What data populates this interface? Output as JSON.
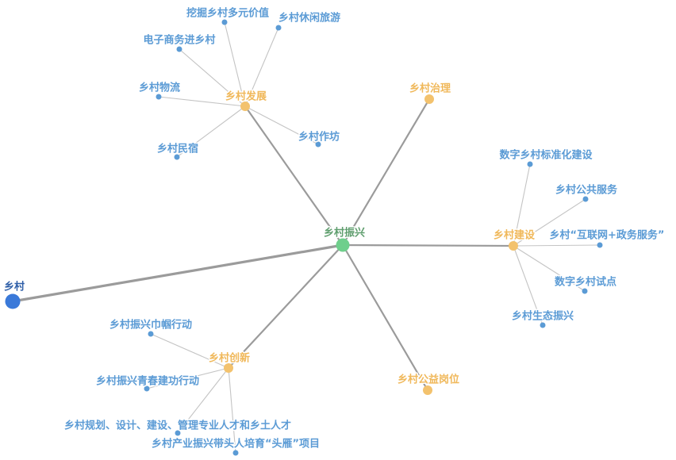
{
  "colors": {
    "root": "#5f9e6e",
    "root_node": "#6fcf8c",
    "category": "#f0b85a",
    "category_node": "#f3c26d",
    "leaf": "#5b9bd5",
    "far_node": "#3a79d9",
    "far_label": "#2f5fa8",
    "edge_main": "#9b9b9b",
    "edge_sub": "#c4c4c4"
  },
  "graph": {
    "root": {
      "id": "root",
      "label": "乡村振兴"
    },
    "far": {
      "id": "far",
      "label": "乡村"
    },
    "categories": [
      {
        "id": "dev",
        "label": "乡村发展"
      },
      {
        "id": "gov",
        "label": "乡村治理"
      },
      {
        "id": "build",
        "label": "乡村建设"
      },
      {
        "id": "welfare",
        "label": "乡村公益岗位"
      },
      {
        "id": "innov",
        "label": "乡村创新"
      }
    ],
    "leaves": [
      {
        "id": "dev-1",
        "parent": "dev",
        "label": "挖掘乡村多元价值"
      },
      {
        "id": "dev-2",
        "parent": "dev",
        "label": "乡村休闲旅游"
      },
      {
        "id": "dev-3",
        "parent": "dev",
        "label": "电子商务进乡村"
      },
      {
        "id": "dev-4",
        "parent": "dev",
        "label": "乡村物流"
      },
      {
        "id": "dev-5",
        "parent": "dev",
        "label": "乡村作坊"
      },
      {
        "id": "dev-6",
        "parent": "dev",
        "label": "乡村民宿"
      },
      {
        "id": "build-1",
        "parent": "build",
        "label": "数字乡村标准化建设"
      },
      {
        "id": "build-2",
        "parent": "build",
        "label": "乡村公共服务"
      },
      {
        "id": "build-3",
        "parent": "build",
        "label": "乡村“互联网+政务服务”"
      },
      {
        "id": "build-4",
        "parent": "build",
        "label": "数字乡村试点"
      },
      {
        "id": "build-5",
        "parent": "build",
        "label": "乡村生态振兴"
      },
      {
        "id": "innov-1",
        "parent": "innov",
        "label": "乡村振兴巾帼行动"
      },
      {
        "id": "innov-2",
        "parent": "innov",
        "label": "乡村振兴青春建功行动"
      },
      {
        "id": "innov-3",
        "parent": "innov",
        "label": "乡村规划、设计、建设、管理专业人才和乡土人才"
      },
      {
        "id": "innov-4",
        "parent": "innov",
        "label": "乡村产业振兴带头人培育“头雁”项目"
      }
    ]
  }
}
